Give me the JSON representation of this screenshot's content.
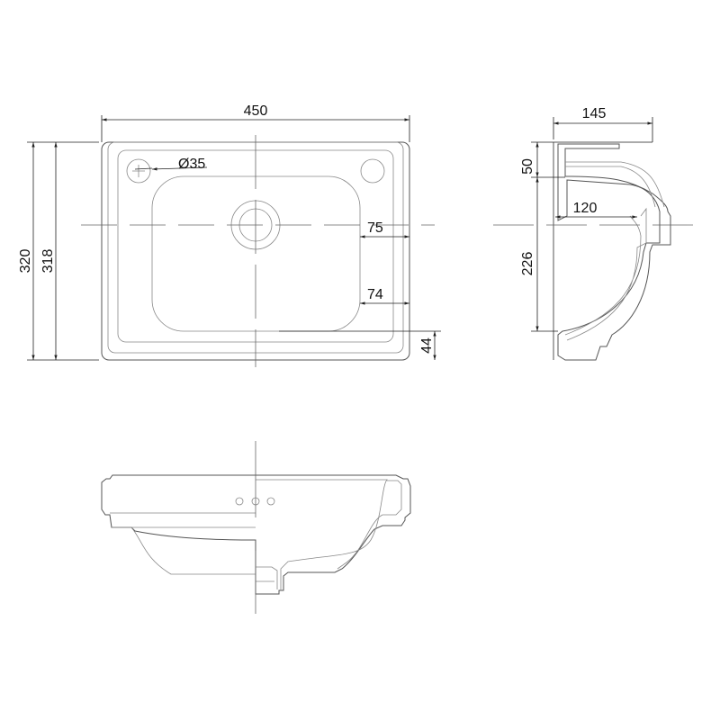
{
  "drawing": {
    "top_view": {
      "width_dim": "450",
      "height_outer_dim": "320",
      "height_inner_dim": "318",
      "tap_hole_dim": "Ø35",
      "offset_upper_dim": "75",
      "offset_lower_dim": "74",
      "front_rim_dim": "44"
    },
    "side_view": {
      "depth_dim": "145",
      "rim_dim": "50",
      "bowl_depth_dim": "120",
      "bowl_height_dim": "226"
    }
  },
  "colors": {
    "line": "#555555",
    "dimension": "#222222"
  }
}
